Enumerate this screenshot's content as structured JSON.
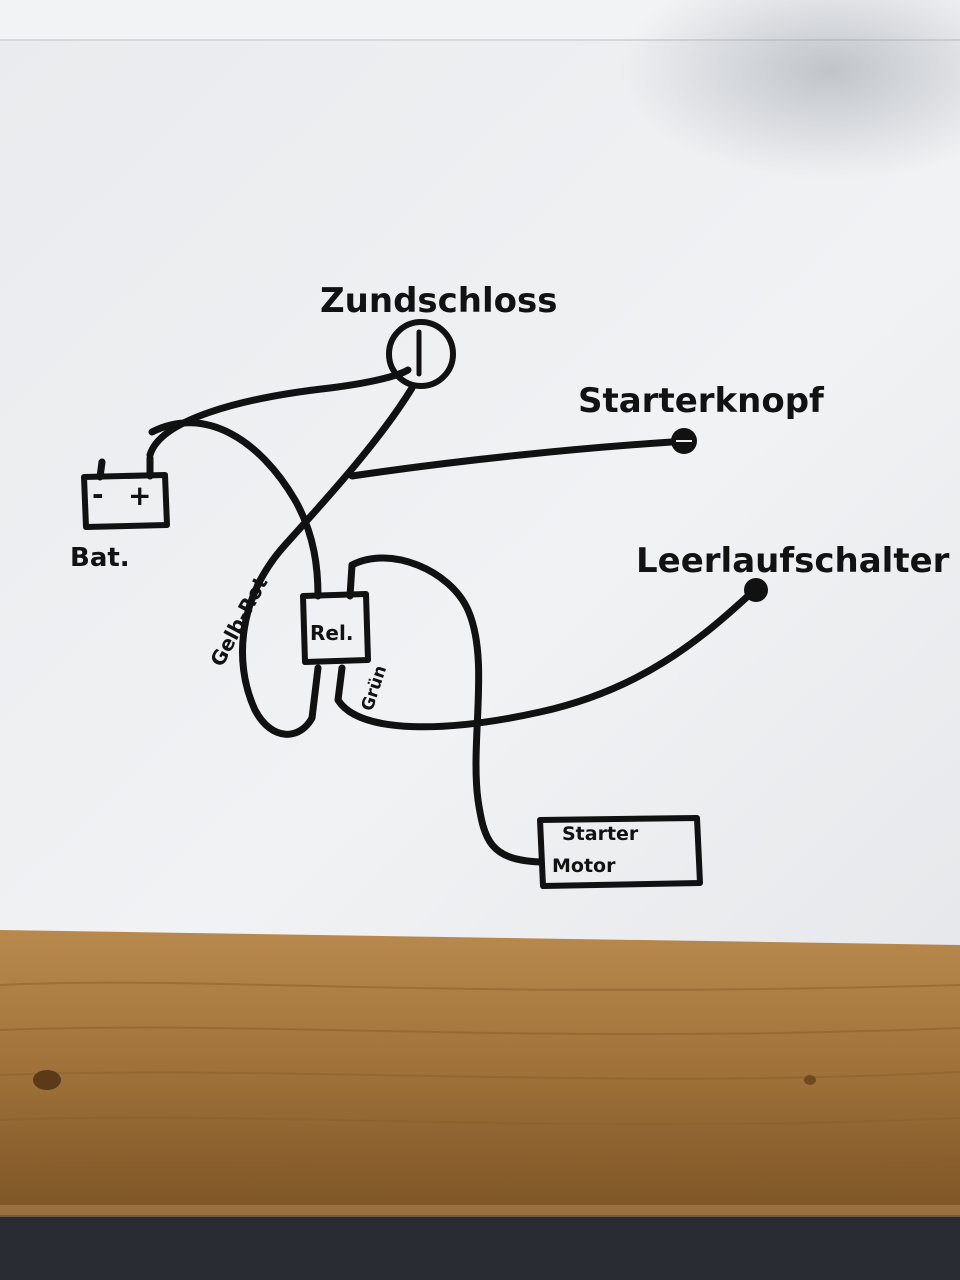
{
  "labels": {
    "ignition": "Zundschloss",
    "starter_button": "Starterknopf",
    "neutral_switch": "Leerlaufschalter",
    "battery": "Bat.",
    "battery_minus": "-",
    "battery_plus": "+",
    "relay": "Rel.",
    "wire_yellow_red": "Gelb-Rot",
    "wire_green": "Grün",
    "starter_motor_line1": "Starter",
    "starter_motor_line2": "Motor"
  },
  "colors": {
    "ink": "#111111",
    "paper": "#eef0f2",
    "wood": "#9a6b34"
  }
}
